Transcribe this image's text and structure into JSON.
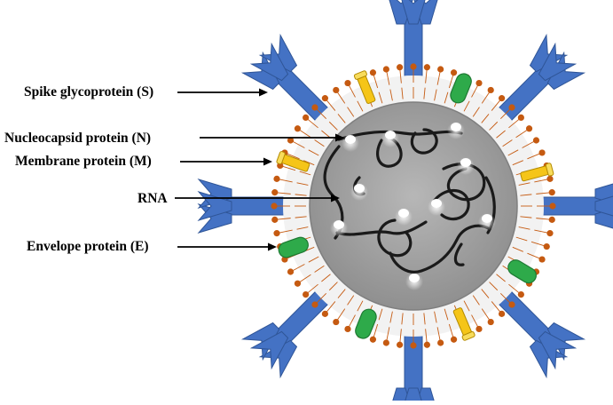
{
  "labels": {
    "spike": "Spike glycoprotein (S)",
    "nucleocapsid": "Nucleocapsid protein (N)",
    "membrane": "Membrane protein (M)",
    "rna": "RNA",
    "envelope": "Envelope protein (E)"
  },
  "colors": {
    "spike": "#4472c4",
    "spike_edge": "#2f5597",
    "lipid_head": "#c55a11",
    "lipid_tail": "#c55a11",
    "membrane_gap": "#f2f2f2",
    "core": "#a6a6a6",
    "core_edge": "#7f7f7f",
    "rna": "#1a1a1a",
    "nucleocapsid": "#ffffff",
    "membrane_protein": "#2eaa4a",
    "envelope_protein": "#f5c518",
    "arrow": "#000000"
  },
  "icons": {
    "spike": "spike-glycoprotein-icon",
    "membrane_protein": "membrane-protein-icon",
    "envelope_protein": "envelope-protein-icon",
    "nucleocapsid": "nucleocapsid-dot-icon",
    "rna": "rna-strand-icon"
  }
}
